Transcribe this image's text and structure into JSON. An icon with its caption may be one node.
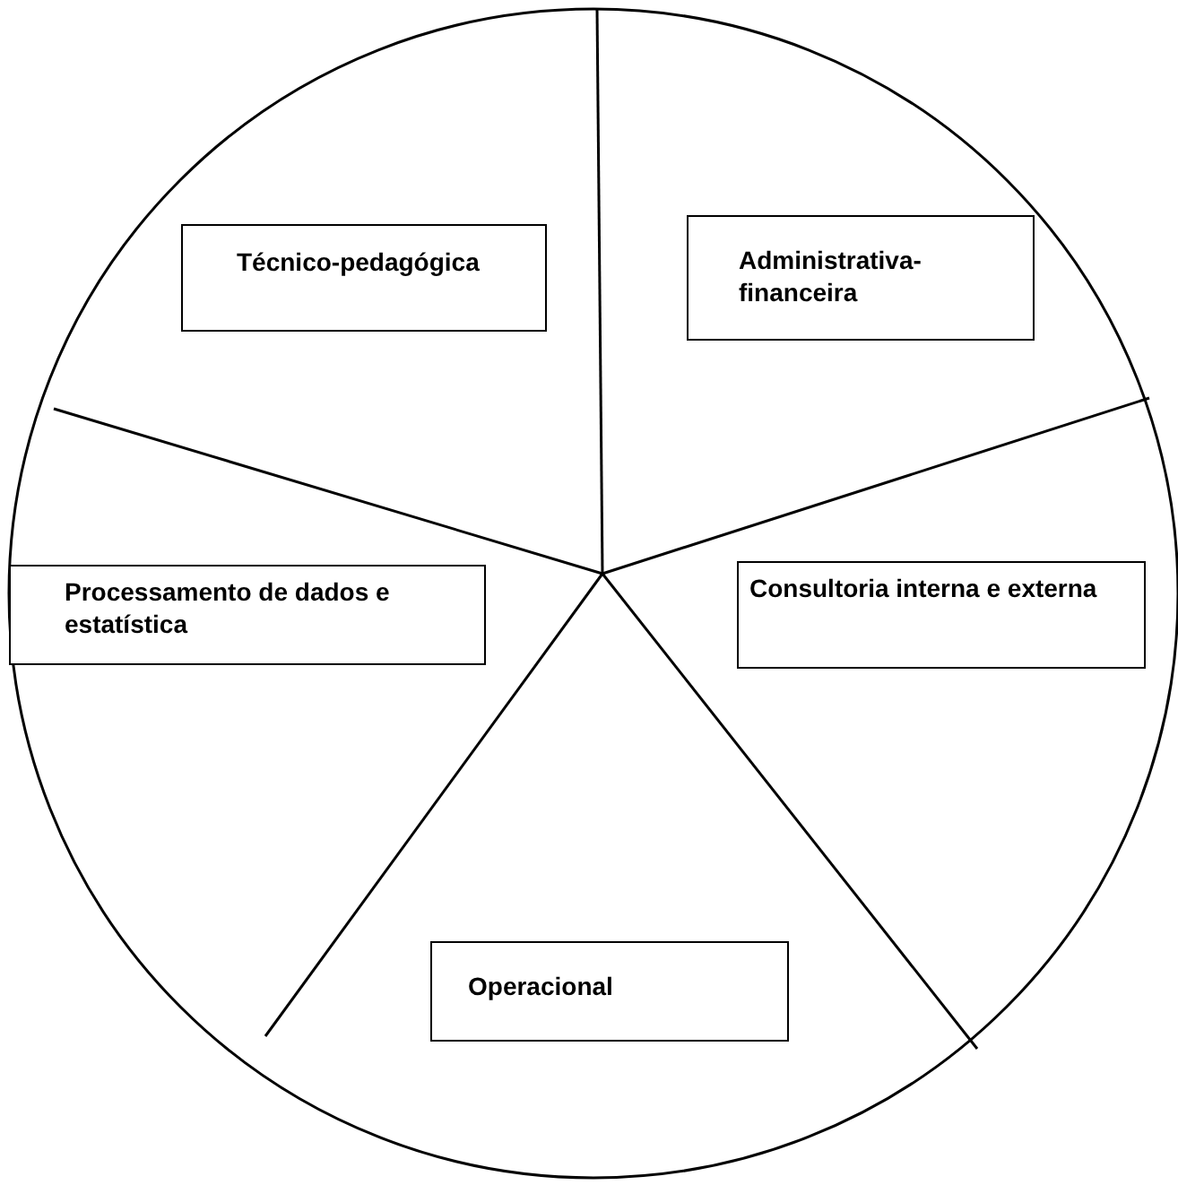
{
  "diagram": {
    "nodes": [
      {
        "text": [
          "Técnico-pedagógica"
        ]
      },
      {
        "text": [
          "Administrativa-financeira"
        ]
      },
      {
        "text": [
          "Processamento de dados e estatística"
        ]
      },
      {
        "text": [
          "Consultoria interna e externa"
        ]
      },
      {
        "text": [
          "Operacional"
        ]
      }
    ]
  }
}
